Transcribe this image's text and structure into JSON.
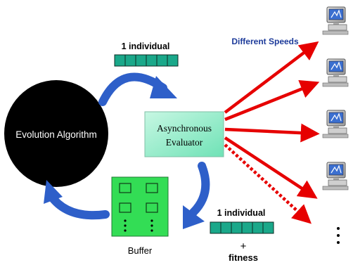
{
  "diagram": {
    "algorithm_label": "Evolution Algorithm",
    "evaluator_label": "Asynchronous Evaluator",
    "evaluator_line1": "Asynchronous",
    "evaluator_line2": "Evaluator",
    "buffer_label": "Buffer",
    "top_individual_label": "1  individual",
    "bottom_individual_label": "1  individual",
    "plus_sign": "+",
    "fitness_label": "fitness",
    "speeds_label": "Different Speeds",
    "colors": {
      "accent_red": "#e60000",
      "arrow_blue": "#2e5fc9",
      "cell_green": "#1aa88a",
      "buffer_green": "#33dd55",
      "evaluator_green": "#9ff0d0",
      "speeds_blue": "#1c3a9a"
    },
    "icons": [
      "computer-icon",
      "computer-icon",
      "computer-icon",
      "computer-icon"
    ]
  }
}
